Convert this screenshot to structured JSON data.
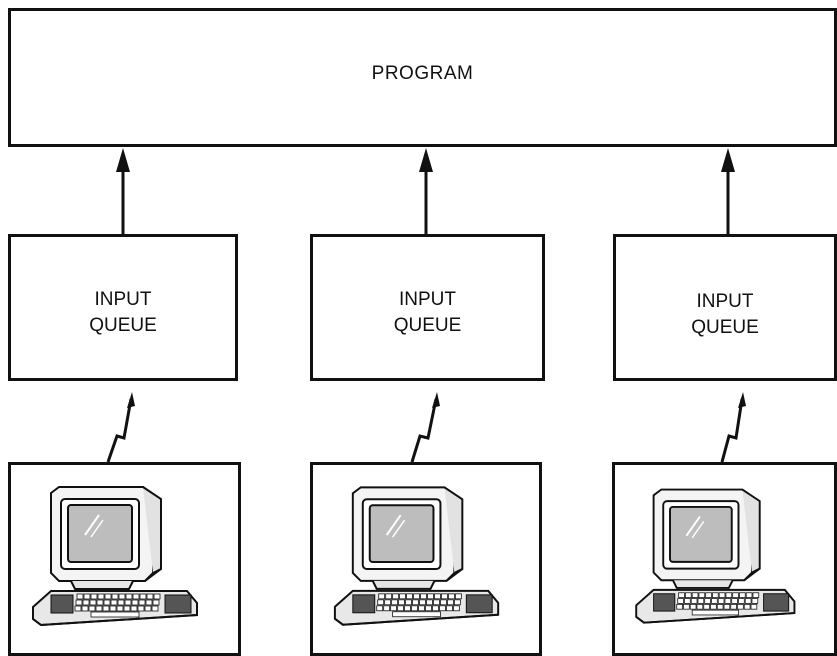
{
  "diagram": {
    "program": {
      "label": "PROGRAM"
    },
    "queues": [
      {
        "line1": "INPUT",
        "line2": "QUEUE"
      },
      {
        "line1": "INPUT",
        "line2": "QUEUE"
      },
      {
        "line1": "INPUT",
        "line2": "QUEUE"
      }
    ],
    "terminals": [
      {
        "icon": "computer-terminal-icon"
      },
      {
        "icon": "computer-terminal-icon"
      },
      {
        "icon": "computer-terminal-icon"
      }
    ],
    "connections": {
      "queue_to_program": "arrow",
      "terminal_to_queue": "lightning-bolt"
    }
  }
}
